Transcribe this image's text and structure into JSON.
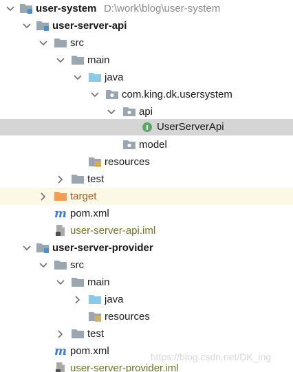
{
  "tree": {
    "root": {
      "name": "user-system",
      "path": "D:\\work\\blog\\user-system"
    },
    "api_module": {
      "name": "user-server-api"
    },
    "api_src": "src",
    "api_main": "main",
    "api_java": "java",
    "api_package": "com.king.dk.usersystem",
    "api_pkg_api": "api",
    "api_class": "UserServerApi",
    "api_pkg_model": "model",
    "api_resources": "resources",
    "api_test": "test",
    "api_target": "target",
    "api_pom": "pom.xml",
    "api_iml": "user-server-api.iml",
    "provider_module": {
      "name": "user-server-provider"
    },
    "provider_src": "src",
    "provider_main": "main",
    "provider_java": "java",
    "provider_resources": "resources",
    "provider_test": "test",
    "provider_pom": "pom.xml",
    "provider_iml": "user-server-provider.iml"
  },
  "watermark": "https://blog.csdn.net/DK_ing",
  "colors": {
    "selected_row": "#d5d5d5",
    "excluded_row": "#fbf9e6",
    "folder_gray": "#9aa7b0",
    "folder_blue": "#8ec8e8",
    "folder_orange": "#f29c5a",
    "class_icon": "#59a869"
  }
}
